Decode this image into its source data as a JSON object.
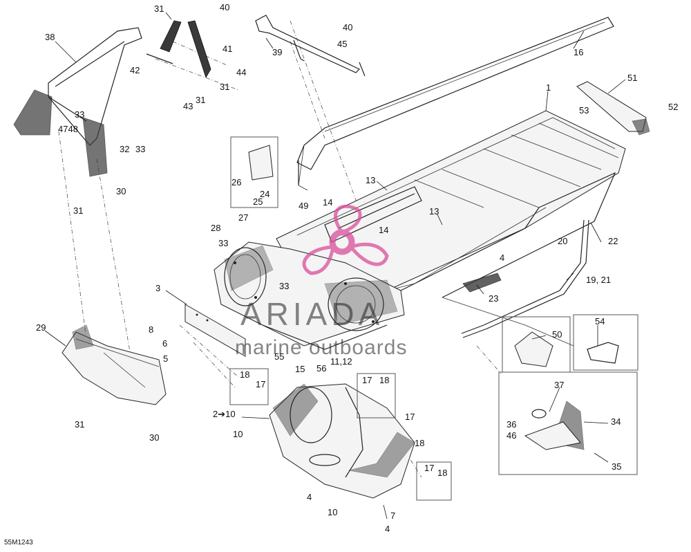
{
  "diagram": {
    "code": "55M1243",
    "watermark": {
      "brand": "ARIADA",
      "tagline": "marine outboards",
      "logo_color": "#d94f9a"
    },
    "callouts": [
      {
        "id": "c31a",
        "text": "31"
      },
      {
        "id": "c40a",
        "text": "40"
      },
      {
        "id": "c38",
        "text": "38"
      },
      {
        "id": "c40b",
        "text": "40"
      },
      {
        "id": "c45",
        "text": "45"
      },
      {
        "id": "c39",
        "text": "39"
      },
      {
        "id": "c16",
        "text": "16"
      },
      {
        "id": "c41",
        "text": "41"
      },
      {
        "id": "c42",
        "text": "42"
      },
      {
        "id": "c44",
        "text": "44"
      },
      {
        "id": "c31b",
        "text": "31"
      },
      {
        "id": "c43",
        "text": "43"
      },
      {
        "id": "c31c",
        "text": "31"
      },
      {
        "id": "c33a",
        "text": "33"
      },
      {
        "id": "c4748",
        "text": "4748"
      },
      {
        "id": "c32",
        "text": "32"
      },
      {
        "id": "c33b",
        "text": "33"
      },
      {
        "id": "c1",
        "text": "1"
      },
      {
        "id": "c51",
        "text": "51"
      },
      {
        "id": "c52",
        "text": "52"
      },
      {
        "id": "c53",
        "text": "53"
      },
      {
        "id": "c30a",
        "text": "30"
      },
      {
        "id": "c31d",
        "text": "31"
      },
      {
        "id": "c26",
        "text": "26"
      },
      {
        "id": "c24",
        "text": "24"
      },
      {
        "id": "c25",
        "text": "25"
      },
      {
        "id": "c13a",
        "text": "13"
      },
      {
        "id": "c14a",
        "text": "14"
      },
      {
        "id": "c49",
        "text": "49"
      },
      {
        "id": "c13b",
        "text": "13"
      },
      {
        "id": "c27",
        "text": "27"
      },
      {
        "id": "c28",
        "text": "28"
      },
      {
        "id": "c14b",
        "text": "14"
      },
      {
        "id": "c20",
        "text": "20"
      },
      {
        "id": "c22",
        "text": "22"
      },
      {
        "id": "c33c",
        "text": "33"
      },
      {
        "id": "c4a",
        "text": "4"
      },
      {
        "id": "c1921",
        "text": "19, 21"
      },
      {
        "id": "c3",
        "text": "3"
      },
      {
        "id": "c33d",
        "text": "33"
      },
      {
        "id": "c23",
        "text": "23"
      },
      {
        "id": "c8",
        "text": "8"
      },
      {
        "id": "c29",
        "text": "29"
      },
      {
        "id": "c6",
        "text": "6"
      },
      {
        "id": "c54",
        "text": "54"
      },
      {
        "id": "c50",
        "text": "50"
      },
      {
        "id": "c5",
        "text": "5"
      },
      {
        "id": "c55",
        "text": "55"
      },
      {
        "id": "c15",
        "text": "15"
      },
      {
        "id": "c56",
        "text": "56"
      },
      {
        "id": "c1112",
        "text": "11,12"
      },
      {
        "id": "c18a",
        "text": "18"
      },
      {
        "id": "c17a",
        "text": "17"
      },
      {
        "id": "c17b",
        "text": "17"
      },
      {
        "id": "c18b",
        "text": "18"
      },
      {
        "id": "c37",
        "text": "37"
      },
      {
        "id": "c210",
        "text": "2➔10"
      },
      {
        "id": "c17c",
        "text": "17"
      },
      {
        "id": "c34",
        "text": "34"
      },
      {
        "id": "c31e",
        "text": "31"
      },
      {
        "id": "c30b",
        "text": "30"
      },
      {
        "id": "c10a",
        "text": "10"
      },
      {
        "id": "c18c",
        "text": "18"
      },
      {
        "id": "c36",
        "text": "36"
      },
      {
        "id": "c46",
        "text": "46"
      },
      {
        "id": "c35",
        "text": "35"
      },
      {
        "id": "c17d",
        "text": "17"
      },
      {
        "id": "c18d",
        "text": "18"
      },
      {
        "id": "c4b",
        "text": "4"
      },
      {
        "id": "c10b",
        "text": "10"
      },
      {
        "id": "c7",
        "text": "7"
      },
      {
        "id": "c4c",
        "text": "4"
      }
    ]
  }
}
